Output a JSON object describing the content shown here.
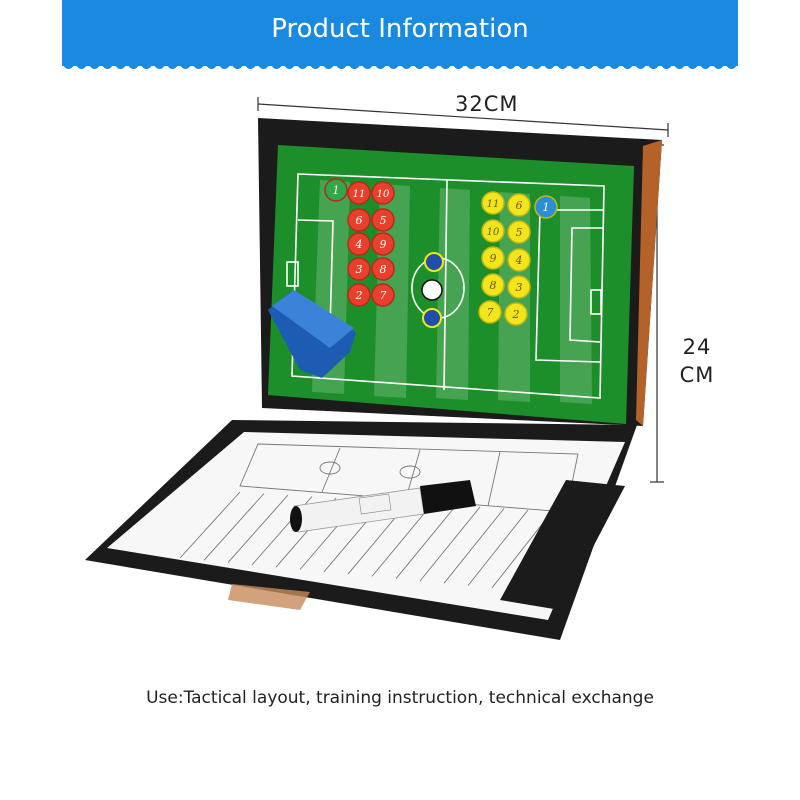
{
  "banner": {
    "title": "Product Information"
  },
  "dimensions": {
    "width_label": "32CM",
    "height_line1": "24",
    "height_line2": "CM"
  },
  "usage": "Use:Tactical layout, training instruction, technical exchange",
  "colors": {
    "banner": "#1a8ae0",
    "pitch": "#1d8f2a",
    "red_magnet": "#e8402c",
    "yellow_magnet": "#f3e51c",
    "folder": "#1b1b1b"
  },
  "red_team_numbers": [
    "1",
    "11",
    "10",
    "6",
    "5",
    "4",
    "9",
    "3",
    "8",
    "2",
    "7"
  ],
  "yellow_team_numbers": [
    "11",
    "6",
    "1",
    "10",
    "5",
    "9",
    "4",
    "8",
    "3",
    "7",
    "2"
  ]
}
